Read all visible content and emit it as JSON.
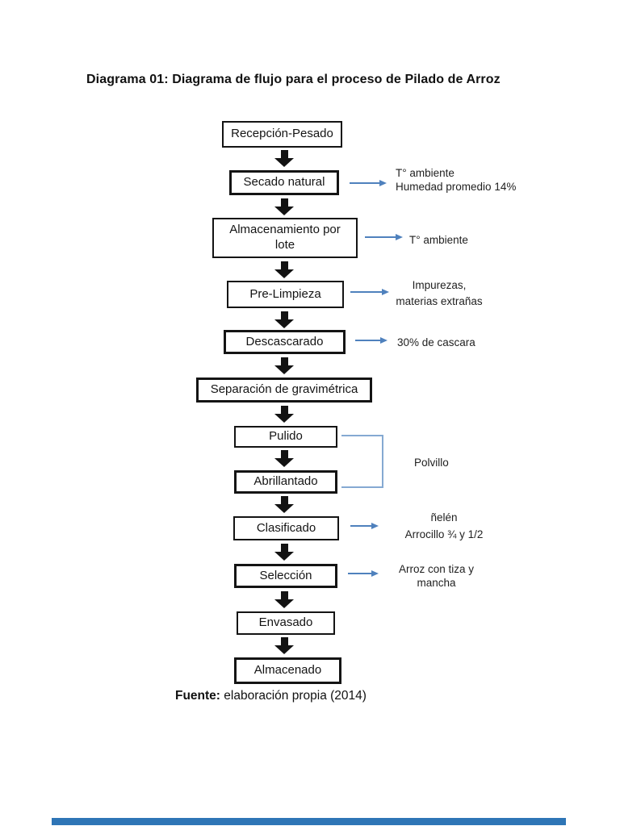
{
  "page": {
    "title": "Diagrama 01: Diagrama de flujo para el proceso de Pilado de Arroz",
    "caption_label": "Fuente:",
    "caption_text": " elaboración propia (2014)"
  },
  "colors": {
    "box_border": "#141414",
    "down_arrow": "#121212",
    "side_arrow_blue": "#4f81bd",
    "bracket_blue": "#85a9d2",
    "footer_bar_blue": "#2e75b6"
  },
  "flow": {
    "steps": [
      {
        "label": "Recepción-Pesado"
      },
      {
        "label": "Secado natural"
      },
      {
        "label": "Almacenamiento por lote"
      },
      {
        "label": "Pre-Limpieza"
      },
      {
        "label": "Descascarado"
      },
      {
        "label": "Separación de gravimétrica"
      },
      {
        "label": "Pulido"
      },
      {
        "label": "Abrillantado"
      },
      {
        "label": "Clasificado"
      },
      {
        "label": "Selección"
      },
      {
        "label": "Envasado"
      },
      {
        "label": "Almacenado"
      }
    ]
  },
  "annotations": {
    "secado": {
      "line1": "T° ambiente",
      "line2": "Humedad promedio 14%"
    },
    "almacenamiento": {
      "line1": "T° ambiente"
    },
    "prelimpieza": {
      "line1": "Impurezas,",
      "line2": "materias extrañas"
    },
    "descascarado": {
      "line1": "30% de cascara"
    },
    "polvillo": {
      "line1": "Polvillo"
    },
    "clasificado": {
      "line1": "ñelén",
      "line2": "Arrocillo ¾ y 1/2"
    },
    "seleccion": {
      "line1": "Arroz con tiza y",
      "line2": "mancha"
    }
  }
}
